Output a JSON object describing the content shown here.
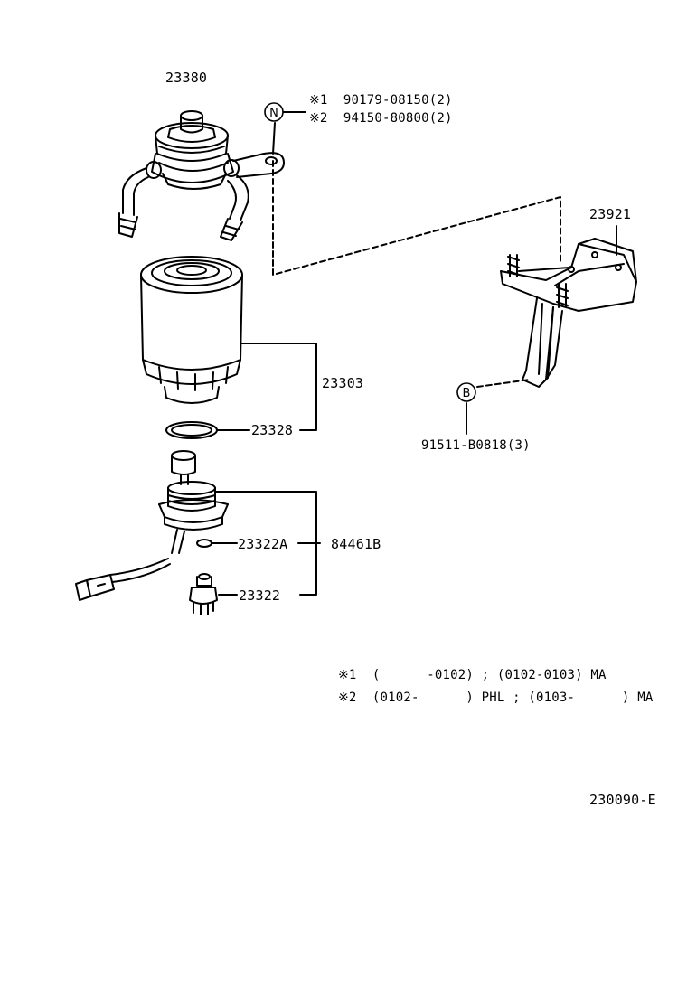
{
  "parts": {
    "p23380": "23380",
    "p23921": "23921",
    "p23303": "23303",
    "p23328": "23328",
    "p84461B": "84461B",
    "p23322A": "23322A",
    "p23322": "23322"
  },
  "callouts": {
    "n_marker": "N",
    "b_marker": "B",
    "n_line1": "※1  90179-08150(2)",
    "n_line2": "※2  94150-80800(2)",
    "b_line": "91511-B0818(3)"
  },
  "notes": {
    "line1": "※1  (      -0102) ; (0102-0103) MA",
    "line2": "※2  (0102-      ) PHL ; (0103-      ) MA"
  },
  "figure_code": "230090-E"
}
